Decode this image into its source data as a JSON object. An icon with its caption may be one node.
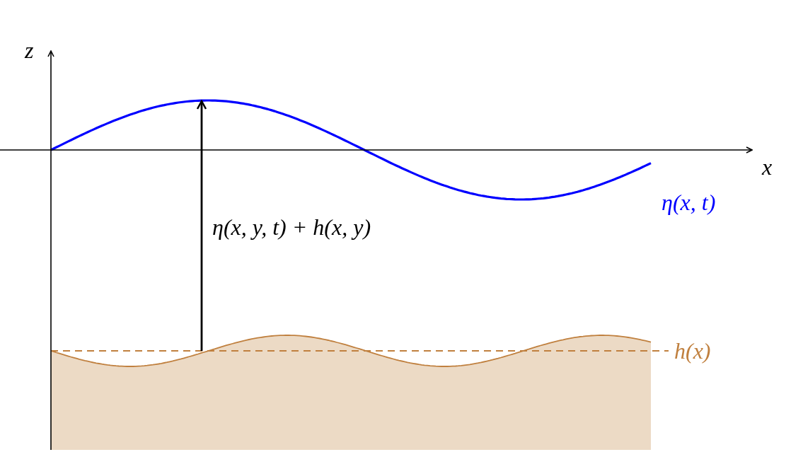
{
  "diagram": {
    "labels": [
      "z",
      "x",
      "η(x, t)",
      "η(x, y, t) + h(x, y)",
      "h(x)"
    ]
  }
}
